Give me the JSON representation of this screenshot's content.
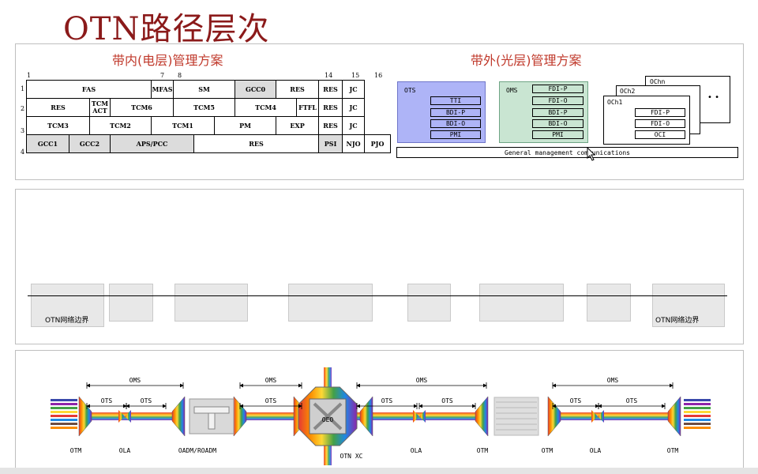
{
  "title": "OTN路径层次",
  "inband": {
    "heading": "带内(电层)管理方案",
    "col_numbers": [
      "1",
      "7",
      "8",
      "14",
      "15",
      "16"
    ],
    "row_numbers": [
      "1",
      "2",
      "3",
      "4"
    ],
    "row1": [
      "FAS",
      "MFAS",
      "SM",
      "GCC0",
      "RES",
      "RES",
      "JC"
    ],
    "row2": [
      "RES",
      "TCM ACT",
      "TCM6",
      "TCM5",
      "TCM4",
      "FTFL",
      "RES",
      "JC"
    ],
    "row3": [
      "TCM3",
      "TCM2",
      "TCM1",
      "PM",
      "EXP",
      "RES",
      "JC"
    ],
    "row4": [
      "GCC1",
      "GCC2",
      "APS/PCC",
      "RES",
      "PSI",
      "NJO",
      "PJO"
    ]
  },
  "outband": {
    "heading": "带外(光层)管理方案",
    "ots": {
      "label": "OTS",
      "fields": [
        "TTI",
        "BDI-P",
        "BDI-O",
        "PMI"
      ]
    },
    "oms": {
      "label": "OMS",
      "fields": [
        "FDI-P",
        "FDI-O",
        "BDI-P",
        "BDI-O",
        "PMI"
      ]
    },
    "och": {
      "labels": [
        "OChn",
        "OCh2",
        "OCh1"
      ],
      "fields": [
        "FDI-P",
        "FDI-O",
        "OCI"
      ]
    },
    "gcc": "General management communications"
  },
  "network": {
    "boundary_left": "OTN网络边界",
    "boundary_right": "OTN网络边界"
  },
  "otn_chain": {
    "oms": [
      "OMS",
      "OMS",
      "OMS",
      "OMS"
    ],
    "ots": [
      "OTS",
      "OTS",
      "OTS",
      "OTS",
      "OTS",
      "OTS",
      "OTS"
    ],
    "nodes": [
      "OTM",
      "OLA",
      "OADM/ROADM",
      "OTN XC",
      "OLA",
      "OTM",
      "OTM",
      "OLA",
      "OTM"
    ],
    "oeo": "OEO"
  }
}
